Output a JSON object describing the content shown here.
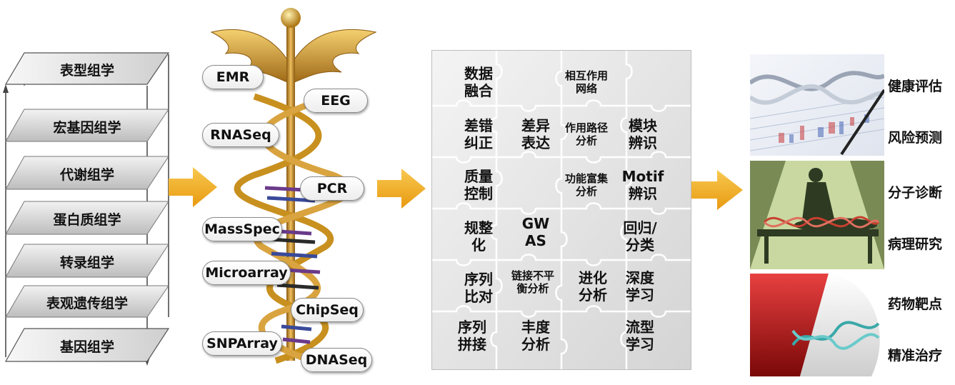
{
  "omics_layers": [
    {
      "label": "表型组学"
    },
    {
      "label": "宏基因组学"
    },
    {
      "label": "代谢组学"
    },
    {
      "label": "蛋白质组学"
    },
    {
      "label": "转录组学"
    },
    {
      "label": "表观遗传组学"
    },
    {
      "label": "基因组学"
    }
  ],
  "technologies": [
    {
      "label": "EMR"
    },
    {
      "label": "EEG"
    },
    {
      "label": "RNASeq"
    },
    {
      "label": "PCR"
    },
    {
      "label": "MassSpec"
    },
    {
      "label": "Microarray"
    },
    {
      "label": "ChipSeq"
    },
    {
      "label": "SNPArray"
    },
    {
      "label": "DNASeq"
    }
  ],
  "analysis_methods": [
    {
      "label": "数据\n融合"
    },
    {
      "label": "相互作用\n网络"
    },
    {
      "label": "差错\n纠正"
    },
    {
      "label": "差异\n表达"
    },
    {
      "label": "作用路径\n分析"
    },
    {
      "label": "模块\n辨识"
    },
    {
      "label": "质量\n控制"
    },
    {
      "label": "功能富集\n分析"
    },
    {
      "label": "Motif\n辨识"
    },
    {
      "label": "规整\n化"
    },
    {
      "label": "GW\nAS"
    },
    {
      "label": "回归/\n分类"
    },
    {
      "label": "序列\n比对"
    },
    {
      "label": "链接不平\n衡分析"
    },
    {
      "label": "进化\n分析"
    },
    {
      "label": "深度\n学习"
    },
    {
      "label": "序列\n拼接"
    },
    {
      "label": "丰度\n分析"
    },
    {
      "label": "流型\n学习"
    }
  ],
  "applications": [
    {
      "label": "健康评估"
    },
    {
      "label": "风险预测"
    },
    {
      "label": "分子诊断"
    },
    {
      "label": "病理研究"
    },
    {
      "label": "药物靶点"
    },
    {
      "label": "精准治疗"
    }
  ],
  "colors": {
    "arrow": "#f0a818",
    "plate": "#cfcfcf",
    "puzzle": "#e6e6e6",
    "gold": "#c8901e"
  }
}
